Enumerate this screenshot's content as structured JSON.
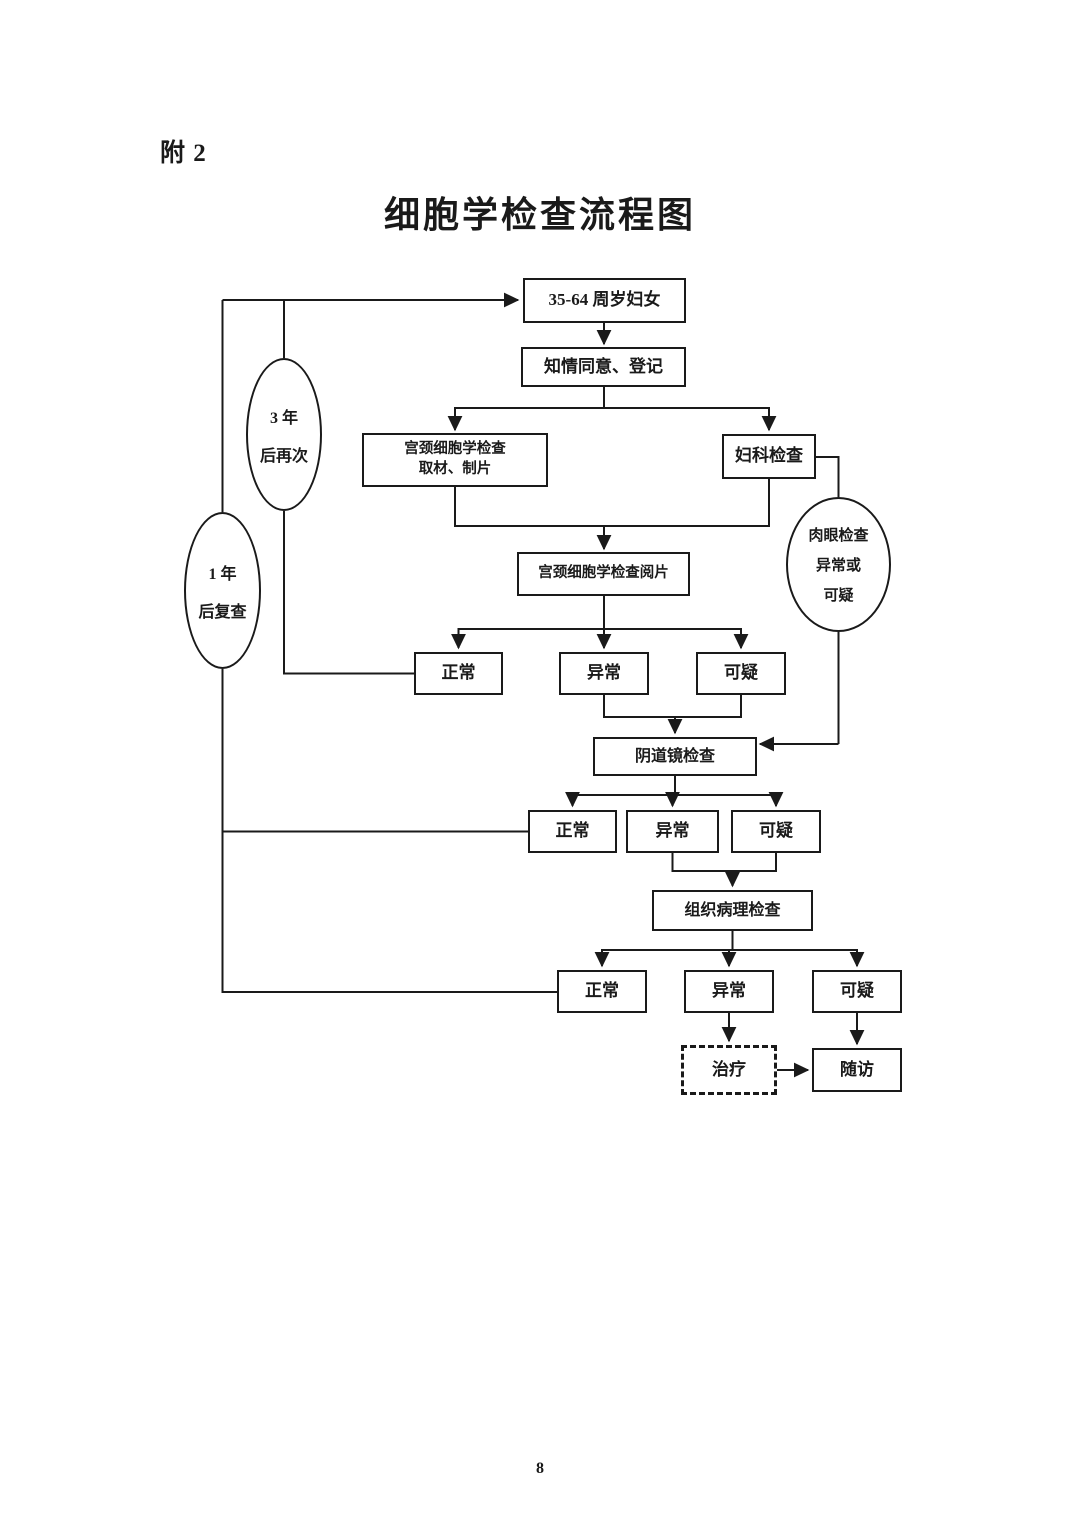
{
  "colors": {
    "ink": "#1a1a1a",
    "paper": "#ffffff"
  },
  "page": {
    "attachment_label": "附 2",
    "title": "细胞学检查流程图",
    "page_number": "8"
  },
  "flowchart": {
    "nodes": {
      "age_group": "35-64 周岁妇女",
      "consent": "知情同意、登记",
      "sampling_line1": "宫颈细胞学检查",
      "sampling_line2": "取材、制片",
      "gyn_exam": "妇科检查",
      "reading": "宫颈细胞学检查阅片",
      "cyto_normal": "正常",
      "cyto_abnormal": "异常",
      "cyto_suspicious": "可疑",
      "colposcopy": "阴道镜检查",
      "colpo_normal": "正常",
      "colpo_abnormal": "异常",
      "colpo_suspicious": "可疑",
      "histopathology": "组织病理检查",
      "histo_normal": "正常",
      "histo_abnormal": "异常",
      "histo_suspicious": "可疑",
      "treatment": "治疗",
      "followup": "随访"
    },
    "loops": {
      "three_year_line1": "3 年",
      "three_year_line2": "后再次",
      "one_year_line1": "1 年",
      "one_year_line2": "后复查"
    },
    "visual_check": {
      "line1": "肉眼检查",
      "line2": "异常或",
      "line3": "可疑"
    }
  }
}
